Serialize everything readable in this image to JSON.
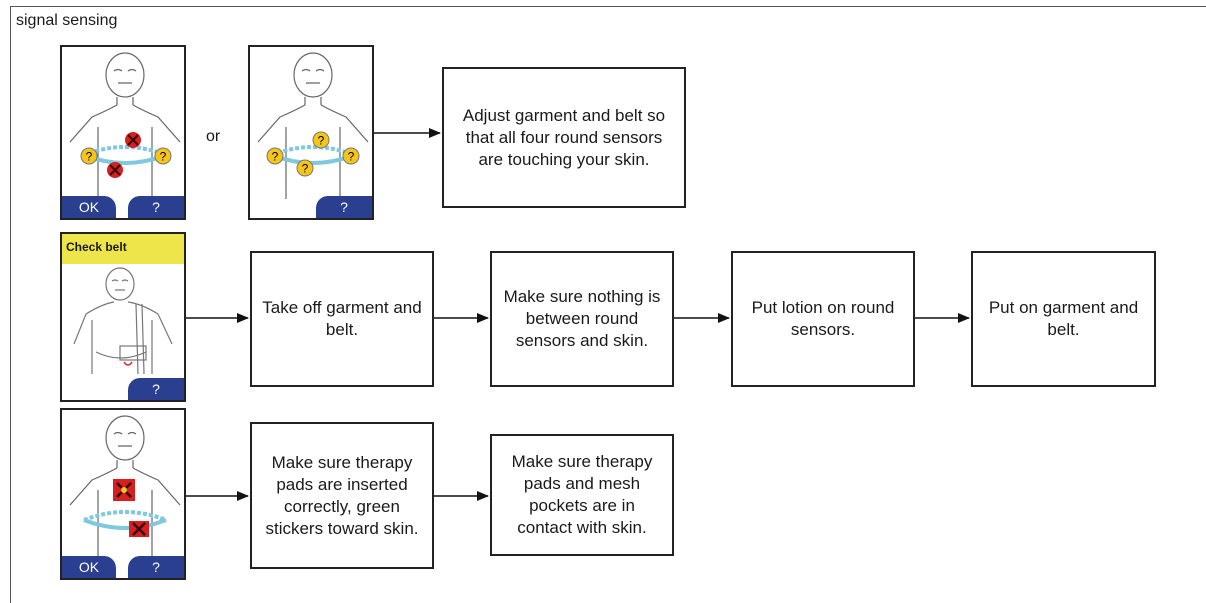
{
  "section_title": "signal sensing",
  "or_text": "or",
  "buttons": {
    "ok": "OK",
    "help": "?"
  },
  "rows": [
    {
      "boxes": [
        "Adjust garment and belt so that all four round sensors are touching your skin."
      ]
    },
    {
      "banner": "Check belt",
      "boxes": [
        "Take off garment and belt.",
        "Make sure nothing is between round sensors and skin.",
        "Put lotion on round sensors.",
        "Put on garment and belt."
      ]
    },
    {
      "boxes": [
        "Make sure therapy pads are inserted correctly, green stickers toward skin.",
        "Make sure therapy pads and mesh pockets are in contact with skin."
      ]
    }
  ],
  "colors": {
    "button_blue": "#2a3f8f",
    "banner_yellow": "#ede54a",
    "belt_blue": "#7ec8e0",
    "warning_yellow": "#f5c518",
    "alert_red": "#d42020"
  }
}
